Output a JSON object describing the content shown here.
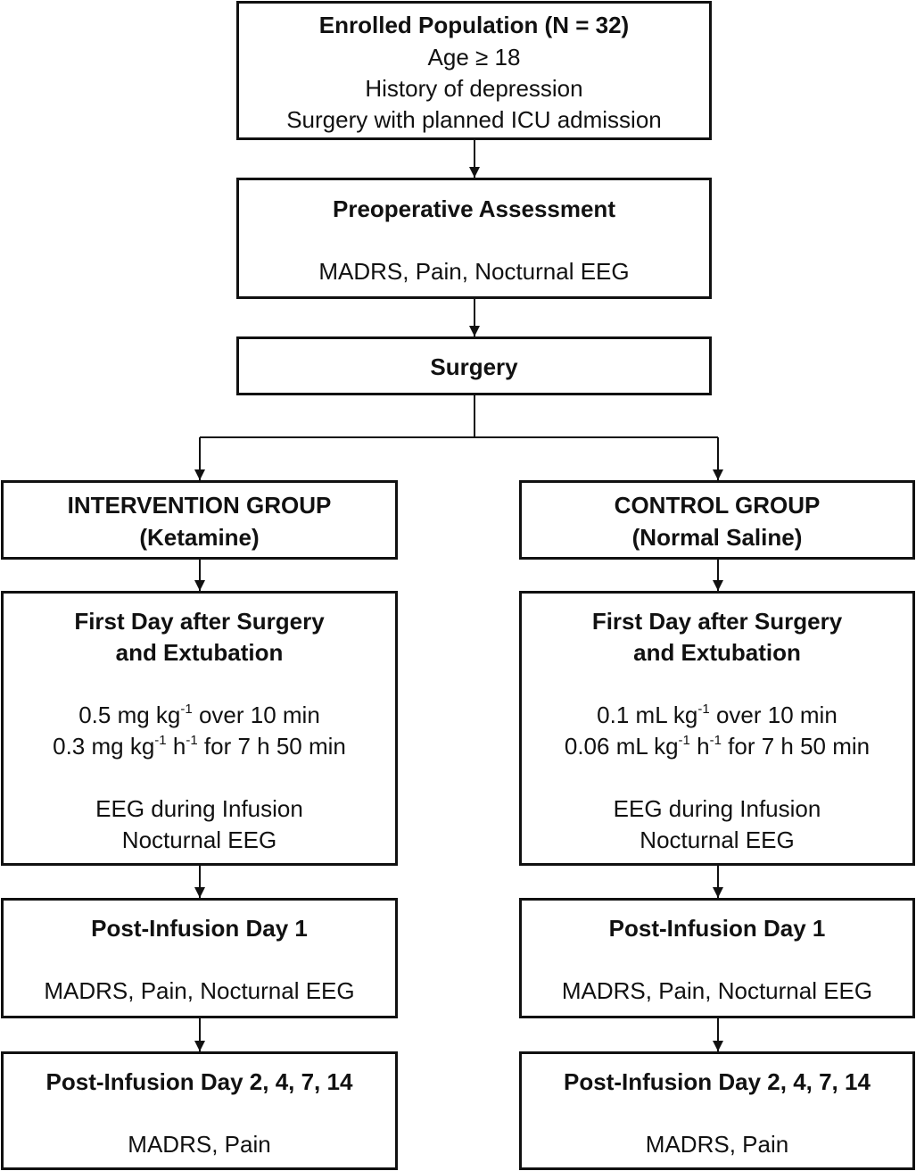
{
  "enrolled": {
    "title": "Enrolled Population (N = 32)",
    "criteria": [
      "Age ≥ 18",
      "History of depression",
      "Surgery with planned ICU admission"
    ]
  },
  "preop": {
    "title": "Preoperative Assessment",
    "measures": "MADRS, Pain, Nocturnal EEG"
  },
  "surgery": {
    "title": "Surgery"
  },
  "intervention": {
    "group_title": "INTERVENTION GROUP",
    "group_agent": "(Ketamine)",
    "day_title_1": "First Day after Surgery",
    "day_title_2": "and Extubation",
    "dose_1": {
      "amount": "0.5 mg kg",
      "exp": "-1",
      "rest": " over 10 min"
    },
    "dose_2": {
      "amount": "0.3 mg kg",
      "exp1": "-1",
      "mid": " h",
      "exp2": "-1",
      "rest": " for 7 h 50 min"
    },
    "eeg_1": "EEG during Infusion",
    "eeg_2": "Nocturnal EEG",
    "post1_title": "Post-Infusion Day 1",
    "post1_measures": "MADRS, Pain, Nocturnal EEG",
    "post2_title": "Post-Infusion Day 2, 4, 7, 14",
    "post2_measures": "MADRS, Pain"
  },
  "control": {
    "group_title": "CONTROL GROUP",
    "group_agent": "(Normal Saline)",
    "day_title_1": "First Day after Surgery",
    "day_title_2": "and Extubation",
    "dose_1": {
      "amount": "0.1 mL kg",
      "exp": "-1",
      "rest": " over 10 min"
    },
    "dose_2": {
      "amount": "0.06 mL kg",
      "exp1": "-1",
      "mid": " h",
      "exp2": "-1",
      "rest": " for 7 h 50 min"
    },
    "eeg_1": "EEG during Infusion",
    "eeg_2": "Nocturnal EEG",
    "post1_title": "Post-Infusion Day 1",
    "post1_measures": "MADRS, Pain, Nocturnal EEG",
    "post2_title": "Post-Infusion Day 2, 4, 7, 14",
    "post2_measures": "MADRS, Pain"
  }
}
